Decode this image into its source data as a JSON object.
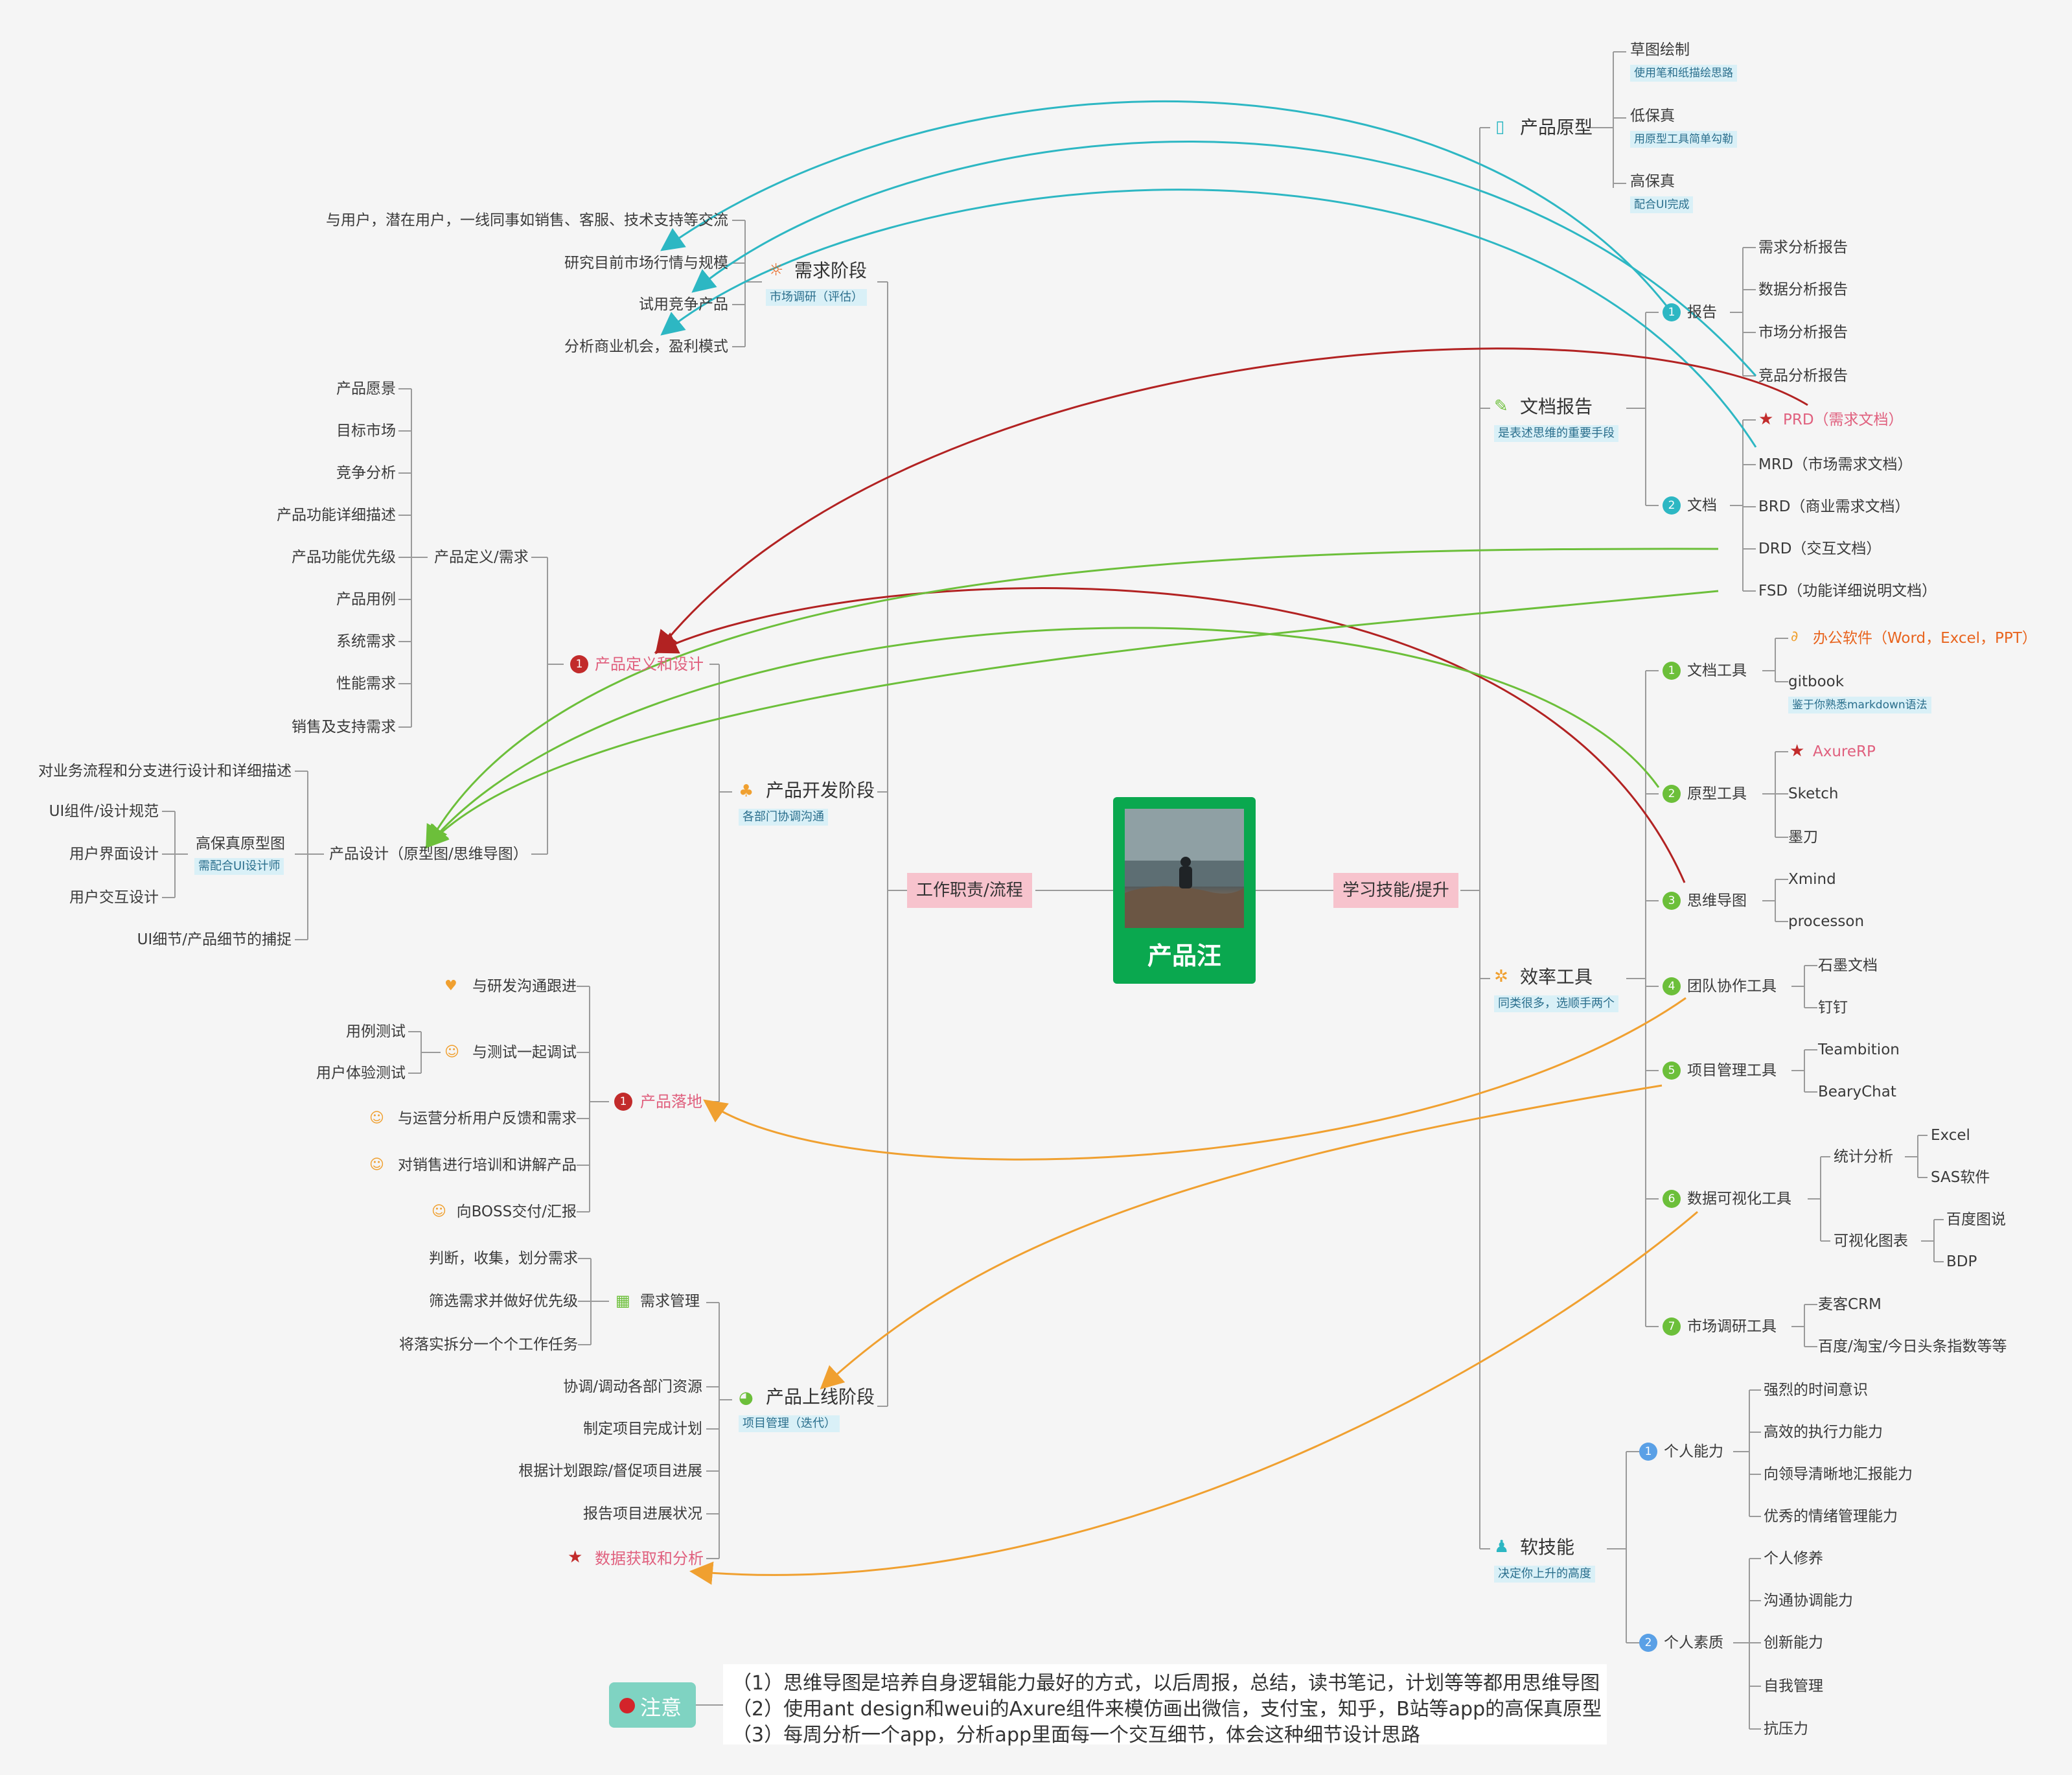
{
  "colors": {
    "teal": "#2db7c3",
    "green": "#6cbf3a",
    "red": "#b22222",
    "orange": "#f0a030",
    "center": "#0aa84f",
    "hub": "#f7c3cd"
  },
  "root": {
    "title": "产品汪"
  },
  "hubs": {
    "left": "工作职责/流程",
    "right": "学习技能/提升"
  },
  "left": {
    "demand": {
      "title": "需求阶段",
      "sub": "市场调研（评估）",
      "items": [
        "与用户，潜在用户，一线同事如销售、客服、技术支持等交流",
        "研究目前市场行情与规模",
        "试用竞争产品",
        "分析商业机会，盈利模式"
      ]
    },
    "dev": {
      "title": "产品开发阶段",
      "sub": "各部门协调沟通"
    },
    "define": {
      "badge": "1",
      "title": "产品定义和设计",
      "def_title": "产品定义/需求",
      "def_items": [
        "产品愿景",
        "目标市场",
        "竞争分析",
        "产品功能详细描述",
        "产品功能优先级",
        "产品用例",
        "系统需求",
        "性能需求",
        "销售及支持需求"
      ],
      "design_title": "产品设计（原型图/思维导图）",
      "design_items": [
        "对业务流程和分支进行设计和详细描述",
        "UI细节/产品细节的捕捉"
      ],
      "hifi_title": "高保真原型图",
      "hifi_sub": "需配合UI设计师",
      "hifi_items": [
        "UI组件/设计规范",
        "用户界面设计",
        "用户交互设计"
      ]
    },
    "landing": {
      "badge": "1",
      "title": "产品落地",
      "items": [
        "与研发沟通跟进",
        "与测试一起调试",
        "与运营分析用户反馈和需求",
        "对销售进行培训和讲解产品",
        "向BOSS交付/汇报"
      ],
      "test_items": [
        "用例测试",
        "用户体验测试"
      ]
    },
    "launch": {
      "title": "产品上线阶段",
      "sub": "项目管理（迭代）",
      "req_title": "需求管理",
      "req_items": [
        "判断，收集，划分需求",
        "筛选需求并做好优先级",
        "将落实拆分一个个工作任务"
      ],
      "items": [
        "协调/调动各部门资源",
        "制定项目完成计划",
        "根据计划跟踪/督促项目进展",
        "报告项目进展状况"
      ],
      "data_title": "数据获取和分析"
    }
  },
  "right": {
    "proto": {
      "title": "产品原型",
      "items": [
        {
          "name": "草图绘制",
          "sub": "使用笔和纸描绘思路"
        },
        {
          "name": "低保真",
          "sub": "用原型工具简单勾勒"
        },
        {
          "name": "高保真",
          "sub": "配合UI完成"
        }
      ]
    },
    "docs": {
      "title": "文档报告",
      "sub": "是表述思维的重要手段",
      "report_badge": "1",
      "report_title": "报告",
      "reports": [
        "需求分析报告",
        "数据分析报告",
        "市场分析报告",
        "竞品分析报告"
      ],
      "doc_badge": "2",
      "doc_title": "文档",
      "docs": [
        "PRD（需求文档）",
        "MRD（市场需求文档）",
        "BRD（商业需求文档）",
        "DRD（交互文档）",
        "FSD（功能详细说明文档）"
      ]
    },
    "tools": {
      "title": "效率工具",
      "sub": "同类很多，选顺手两个",
      "groups": [
        {
          "badge": "1",
          "name": "文档工具",
          "items": [
            "办公软件（Word，Excel，PPT）",
            "gitbook"
          ],
          "gitbook_sub": "鉴于你熟悉markdown语法"
        },
        {
          "badge": "2",
          "name": "原型工具",
          "items": [
            "AxureRP",
            "Sketch",
            "墨刀"
          ]
        },
        {
          "badge": "3",
          "name": "思维导图",
          "items": [
            "Xmind",
            "processon"
          ]
        },
        {
          "badge": "4",
          "name": "团队协作工具",
          "items": [
            "石墨文档",
            "钉钉"
          ]
        },
        {
          "badge": "5",
          "name": "项目管理工具",
          "items": [
            "Teambition",
            "BearyChat"
          ]
        },
        {
          "badge": "6",
          "name": "数据可视化工具",
          "stat_title": "统计分析",
          "stat_items": [
            "Excel",
            "SAS软件"
          ],
          "vis_title": "可视化图表",
          "vis_items": [
            "百度图说",
            "BDP"
          ]
        },
        {
          "badge": "7",
          "name": "市场调研工具",
          "items": [
            "麦客CRM",
            "百度/淘宝/今日头条指数等等"
          ]
        }
      ]
    },
    "soft": {
      "title": "软技能",
      "sub": "决定你上升的高度",
      "ability_badge": "1",
      "ability_title": "个人能力",
      "abilities": [
        "强烈的时间意识",
        "高效的执行力能力",
        "向领导清晰地汇报能力",
        "优秀的情绪管理能力"
      ],
      "quality_badge": "2",
      "quality_title": "个人素质",
      "qualities": [
        "个人修养",
        "沟通协调能力",
        "创新能力",
        "自我管理",
        "抗压力"
      ]
    }
  },
  "note": {
    "label": "注意",
    "lines": [
      "（1）思维导图是培养自身逻辑能力最好的方式，以后周报，总结，读书笔记，计划等等都用思维导图",
      "（2）使用ant design和weui的Axure组件来模仿画出微信，支付宝，知乎，B站等app的高保真原型",
      "（3）每周分析一个app，分析app里面每一个交互细节，体会这种细节设计思路"
    ]
  }
}
